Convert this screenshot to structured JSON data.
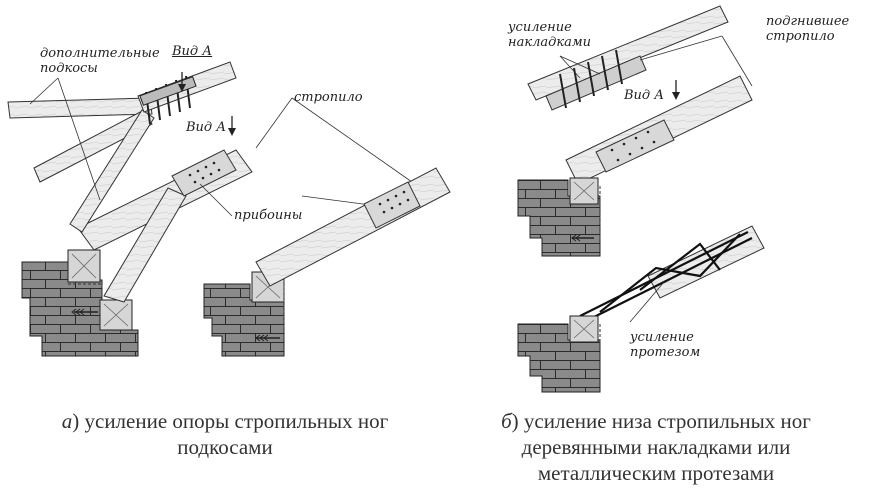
{
  "labels": {
    "extra_braces": "дополнительные подкосы",
    "view_a_top": "Вид А",
    "view_a_left": "Вид А",
    "rafter_left": "стропило",
    "nailed_boards": "прибоины",
    "reinforcement_plates": "усиление накладками",
    "rotten_rafter": "подгнившее стропило",
    "view_a_right": "Вид А",
    "prosthesis": "усиление протезом"
  },
  "captions": {
    "a_letter": "а",
    "a_text": ") усиление опоры стропильных ног подкосами",
    "b_letter": "б",
    "b_text": ") усиление низа стропильных ног деревянными накладками или металлическим протезами"
  }
}
